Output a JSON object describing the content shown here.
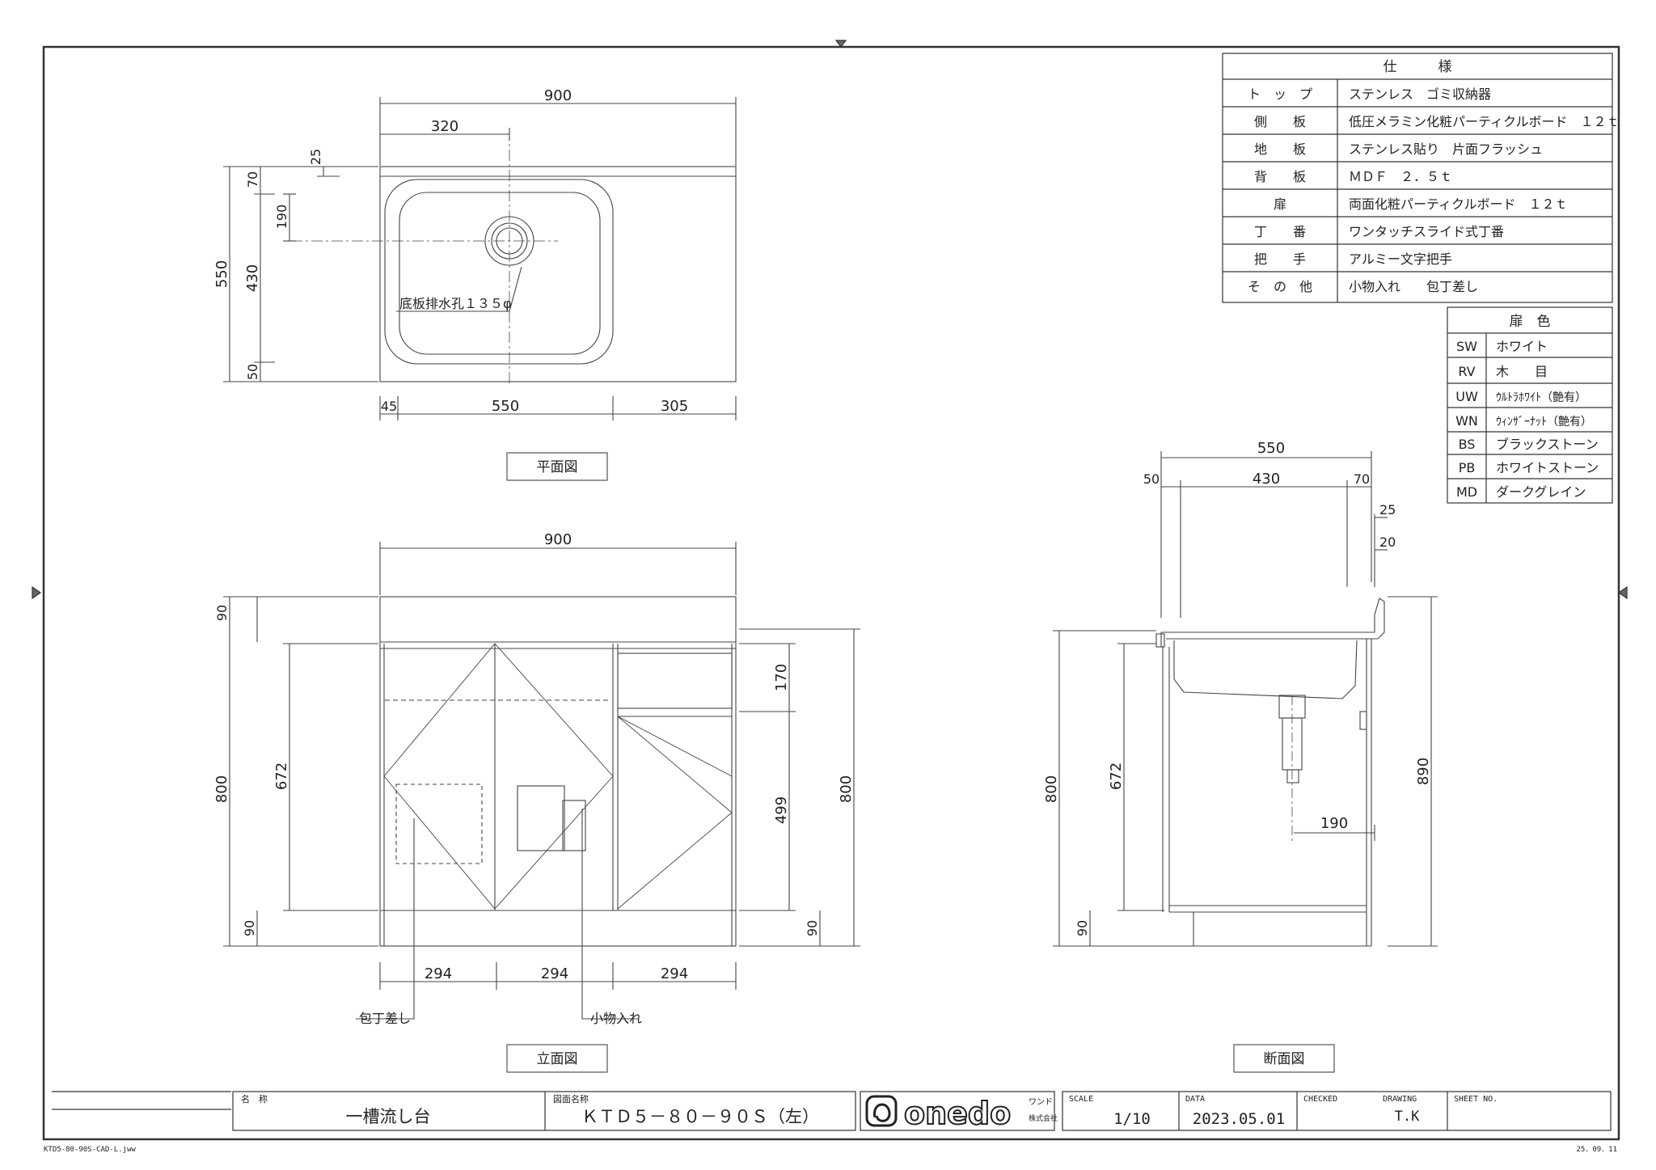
{
  "spec_table": {
    "title": "仕　　　様",
    "rows": [
      {
        "label": "ト　ッ　プ",
        "value": "ステンレス　ゴミ収納器"
      },
      {
        "label": "側　　板",
        "value": "低圧メラミン化粧パーティクルボード　１２ｔ"
      },
      {
        "label": "地　　板",
        "value": "ステンレス貼り　片面フラッシュ"
      },
      {
        "label": "背　　板",
        "value": "ＭＤＦ　２．５ｔ"
      },
      {
        "label": "扉",
        "value": "両面化粧パーティクルボード　１２ｔ"
      },
      {
        "label": "丁　　番",
        "value": "ワンタッチスライド式丁番"
      },
      {
        "label": "把　　手",
        "value": "アルミー文字把手"
      },
      {
        "label": "そ　の　他",
        "value": "小物入れ　　包丁差し"
      }
    ]
  },
  "color_table": {
    "title": "扉　色",
    "rows": [
      {
        "code": "SW",
        "name": "ホワイト"
      },
      {
        "code": "RV",
        "name": "木　　目"
      },
      {
        "code": "UW",
        "name": "ｳﾙﾄﾗﾎﾜｲﾄ（艶有）"
      },
      {
        "code": "WN",
        "name": "ｳｨﾝｻﾞｰﾅｯﾄ（艶有）"
      },
      {
        "code": "BS",
        "name": "ブラックストーン"
      },
      {
        "code": "PB",
        "name": "ホワイトストーン"
      },
      {
        "code": "MD",
        "name": "ダークグレイン"
      }
    ]
  },
  "plan_view": {
    "title": "平面図",
    "dims": {
      "width": "900",
      "offset": "320",
      "bottom_left": "45",
      "bottom_mid": "550",
      "bottom_right": "305",
      "depth": "550",
      "d_70": "70",
      "d_25": "25",
      "d_190": "190",
      "d_430": "430",
      "d_50": "50"
    },
    "drain_label": "底板排水孔１３５φ"
  },
  "front_view": {
    "title": "立面図",
    "dims": {
      "width": "900",
      "height": "800",
      "height_right": "800",
      "top": "90",
      "bottom": "90",
      "bottom_right": "90",
      "inner": "672",
      "drawer": "170",
      "door": "499",
      "w1": "294",
      "w2": "294",
      "w3": "294"
    },
    "knife_label": "包丁差し",
    "box_label": "小物入れ"
  },
  "section_view": {
    "title": "断面図",
    "dims": {
      "depth": "550",
      "d_50": "50",
      "d_430": "430",
      "d_70": "70",
      "d_25": "25",
      "d_20": "20",
      "height": "800",
      "height_total": "890",
      "inner": "672",
      "drain_offset": "190",
      "bottom": "90"
    }
  },
  "title_block": {
    "name_label": "名　称",
    "name": "一槽流し台",
    "drawing_name_label": "図面名称",
    "drawing_name": "ＫＴＤ５－８０－９０Ｓ（左）",
    "logo": "onedo",
    "logo_sub1": "ワンド",
    "logo_sub2": "株式会社",
    "scale_label": "SCALE",
    "scale": "1/10",
    "date_label": "DATA",
    "date": "2023.05.01",
    "checked_label": "CHECKED",
    "drawing_label": "DRAWING",
    "drawing_by": "T.K",
    "sheet_label": "SHEET NO."
  },
  "footer": {
    "filename": "KTD5-80-90S-CAD-L.jww",
    "print_date": "25．09．11"
  }
}
